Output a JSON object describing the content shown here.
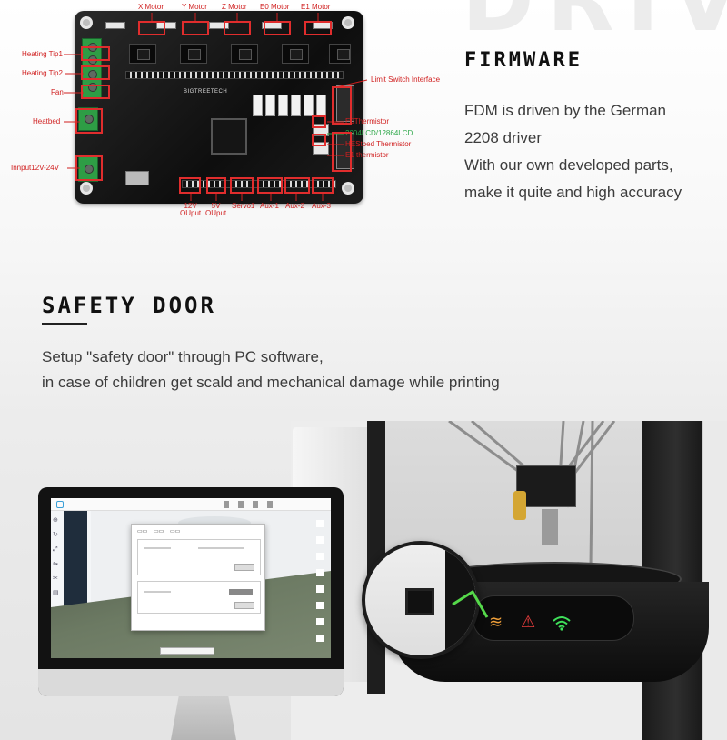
{
  "header_bg_word": "DRIVE",
  "board": {
    "top_labels": [
      "X Motor",
      "Y Motor",
      "Z Motor",
      "E0 Motor",
      "E1 Motor"
    ],
    "left_labels": [
      "Heating Tip1",
      "Heating Tip2",
      "Fan",
      "Heatbed",
      "Innput12V-24V"
    ],
    "right_labels": {
      "limit_switch": "Limit Switch Interface",
      "e0_thermistor": "E0Thermistor",
      "lcd": "2004LCD/12864LCD",
      "hestbed_thermistor": "HEStbed Thermistor",
      "e1_thermistor": "E1 thermistor"
    },
    "bottom_labels": [
      "12V\nOUput",
      "5V\nOUput",
      "Servo1",
      "Aux-1",
      "Aux-2",
      "Aux-3"
    ],
    "brand_text": "BIGTREETECH"
  },
  "firmware": {
    "title": "FIRMWARE",
    "lines": [
      "FDM is driven by the German",
      "2208 driver",
      "With our own developed parts,",
      "make it quite and high accuracy"
    ]
  },
  "safety": {
    "title": "SAFETY DOOR",
    "lines": [
      "Setup \"safety door\" through PC software,",
      "in case of children get scald and mechanical damage while printing"
    ]
  },
  "printer_panel_icons": {
    "heat": "≋",
    "warn": "⚠",
    "wifi": "◠"
  },
  "colors": {
    "label_red": "#d01f1f",
    "label_green": "#2ea84a",
    "terminal_green": "#2e9d45",
    "panel_heat": "#f0a03a",
    "panel_warn": "#e83d3d",
    "panel_wifi": "#3fe05a"
  }
}
